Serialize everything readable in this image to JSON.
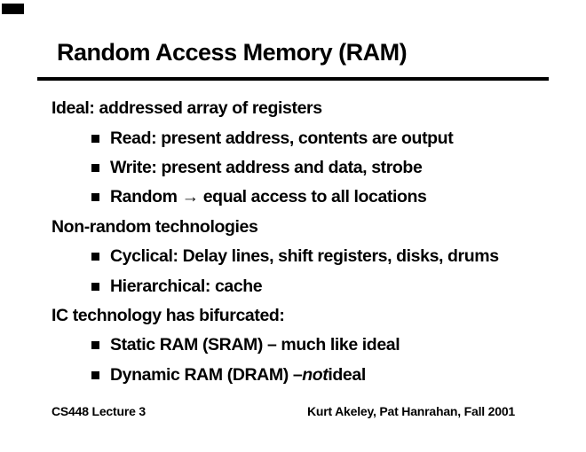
{
  "slide": {
    "title": "Random Access Memory (RAM)",
    "body": {
      "lines": [
        {
          "level": 1,
          "text": "Ideal: addressed array of registers"
        },
        {
          "level": 2,
          "text": "Read: present address, contents are output"
        },
        {
          "level": 2,
          "text": "Write: present address and data, strobe"
        },
        {
          "level": 2,
          "text": "Random → equal access to all locations"
        },
        {
          "level": 1,
          "text": "Non-random technologies"
        },
        {
          "level": 2,
          "text": "Cyclical: Delay lines, shift registers, disks, drums"
        },
        {
          "level": 2,
          "text": "Hierarchical: cache"
        },
        {
          "level": 1,
          "text": "IC technology has bifurcated:"
        },
        {
          "level": 2,
          "text": "Static RAM (SRAM) – much like ideal"
        },
        {
          "level": 2,
          "prefix": "Dynamic RAM (DRAM) – ",
          "italic": "not",
          "suffix": " ideal"
        }
      ]
    },
    "footer": {
      "left": "CS448 Lecture 3",
      "right": "Kurt Akeley, Pat Hanrahan, Fall 2001"
    },
    "colors": {
      "text": "#000000",
      "background": "#ffffff",
      "rule": "#000000"
    }
  }
}
